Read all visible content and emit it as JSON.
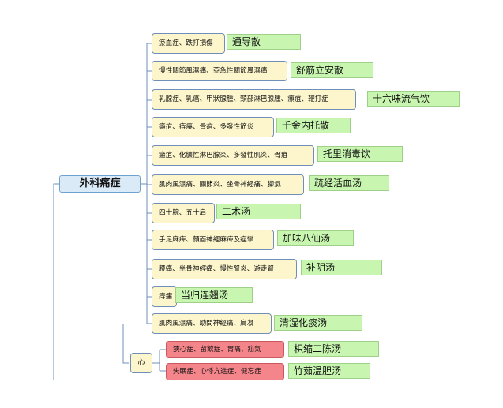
{
  "root": {
    "label": "外科痛症"
  },
  "heart_label": "心",
  "branches": [
    {
      "condition": "瘀血症、跌打損傷",
      "remedy": "通导散"
    },
    {
      "condition": "慢性關節風濕痛、亞急性關節風濕痛",
      "remedy": "舒筋立安散"
    },
    {
      "condition": "乳腺症、乳癌、甲狀腺腫、頸部淋巴腺腫、瘰疽、鞭打症",
      "remedy": "十六味流气饮"
    },
    {
      "condition": "癰疽、痔瘻、骨疽、多發性筋炎",
      "remedy": "千金内托散"
    },
    {
      "condition": "癰疽、化膿性淋巴腺炎、多發性肌炎、骨疽",
      "remedy": "托里消毒饮"
    },
    {
      "condition": "肌肉風濕痛、關節炎、坐骨神經痛、腳氣",
      "remedy": "疏经活血汤"
    },
    {
      "condition": "四十腕、五十肩",
      "remedy": "二术汤"
    },
    {
      "condition": "手足麻痺、顏面神經麻痺及痙攣",
      "remedy": "加味八仙汤"
    },
    {
      "condition": "腰痛、坐骨神經痛、慢性腎炎、遊走腎",
      "remedy": "补阴汤"
    },
    {
      "condition": "痔瘻",
      "remedy": "当归连翘汤"
    },
    {
      "condition": "肌肉風濕痛、助間神經痛、肩凝",
      "remedy": "清湿化痰汤"
    }
  ],
  "heart_branches": [
    {
      "condition": "狹心症、留飲症、胃痛、疝氣",
      "remedy": "枳缩二陈汤"
    },
    {
      "condition": "失眠症、心悸亢進症、健忘症",
      "remedy": "竹茹温胆汤"
    }
  ]
}
